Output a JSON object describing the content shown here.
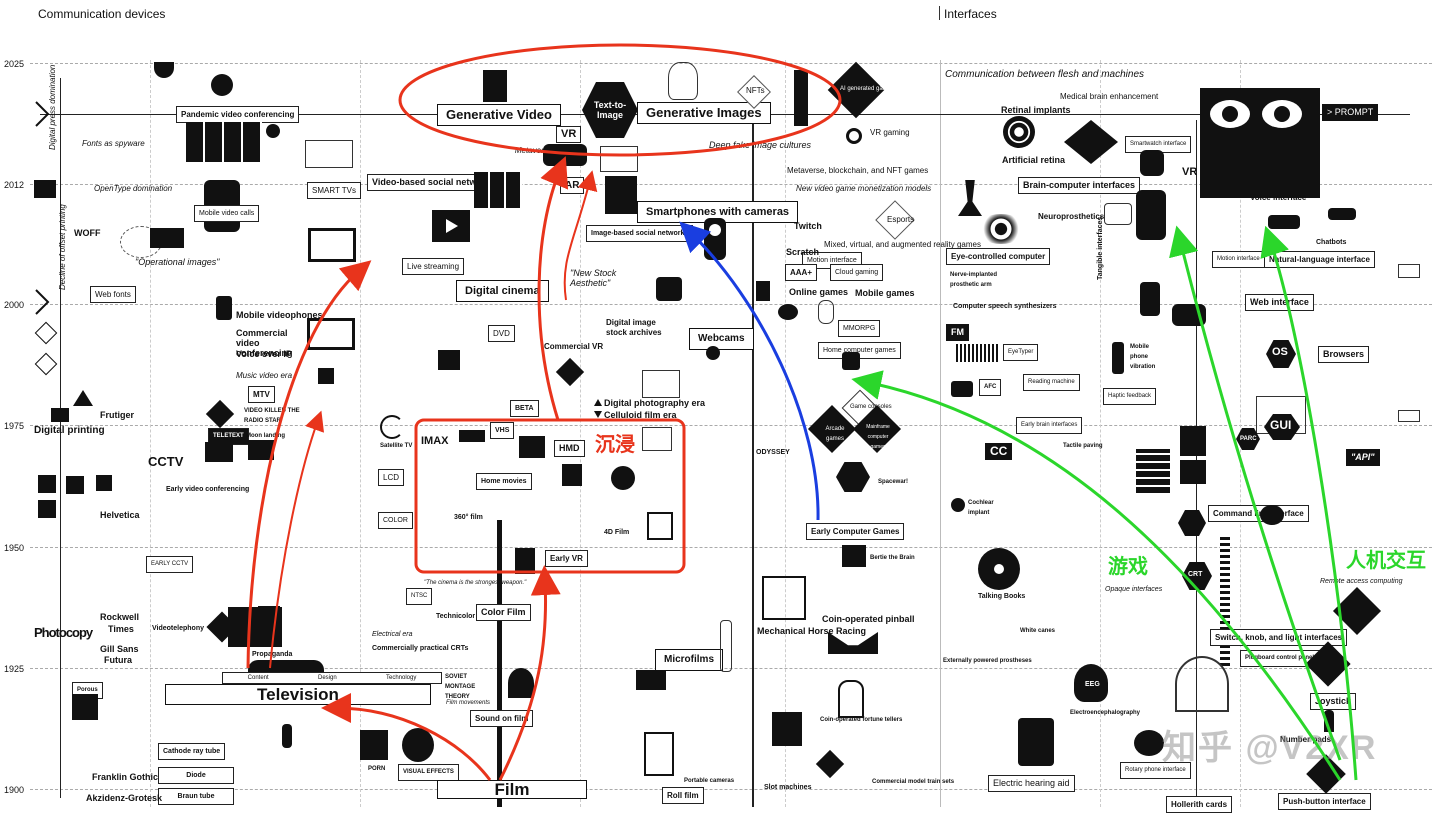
{
  "columns": {
    "left": "Communication devices",
    "right": "Interfaces"
  },
  "years": [
    "2025",
    "2012",
    "2000",
    "1975",
    "1950",
    "1925",
    "1900"
  ],
  "side_labels": {
    "digital_press": "Digital press domination",
    "offset_printing": "Decline of offset printing",
    "communication_flesh": "Communication between flesh and machines",
    "medical": "Medical brain enhancement"
  },
  "annotations": {
    "immersion": "沉浸",
    "games": "游戏",
    "hci": "人机交互",
    "watermark": "知乎 @V2XR"
  },
  "highlight": {
    "generative_video": "Generative Video",
    "text_to_image": "Text-to-Image",
    "generative_images": "Generative Images",
    "vr_top": "VR",
    "metaverse": "\"Metaverse\"",
    "deep_fake": "Deep fake image cultures",
    "nfts": "NFTs",
    "ai_games": "AI generated games"
  },
  "media": {
    "pandemic": "Pandemic video conferencing",
    "fonts_spyware": "Fonts as spyware",
    "opentype": "OpenType domination",
    "smart_tvs": "SMART TVs",
    "video_social": "Video-based social networks",
    "ar": "AR",
    "mobile_video_calls": "Mobile video calls",
    "woff": "WOFF",
    "operational_images": "\"Operational images\"",
    "web_fonts": "Web fonts",
    "live_streaming": "Live streaming",
    "digital_cinema": "Digital cinema",
    "new_stock": "\"New Stock Aesthetic\"",
    "smartphones_cameras": "Smartphones with cameras",
    "image_social": "Image-based social networks",
    "digital_stock": "Digital image stock archives",
    "commercial_vr": "Commercial VR",
    "dvd": "DVD",
    "webcams": "Webcams",
    "mobile_videophones": "Mobile videophones",
    "commercial_conf": "Commercial video conferencing",
    "voice_ip": "Voice over IP",
    "music_video": "Music video era",
    "mtv": "MTV",
    "video_killed": "VIDEO KILLED THE RADIO STAR",
    "beta": "BETA",
    "digital_photo_era": "Digital photography era",
    "celluloid_film_era": "Celluloid film era",
    "digital_printing": "Digital printing",
    "cctv": "CCTV",
    "teletext": "TELETEXT",
    "moon_landing": "Moon landing",
    "satellite_tv": "Satellite TV",
    "imax": "IMAX",
    "vhs": "VHS",
    "hmd": "HMD",
    "home_movies": "Home movies",
    "early_video_conf": "Early video conferencing",
    "lcd": "LCD",
    "color": "COLOR",
    "film_360": "360° film",
    "film_4d": "4D Film",
    "early_vr": "Early VR",
    "early_cctv": "EARLY CCTV",
    "cinema_strongest": "\"The cinema is the strongest weapon.\"",
    "color_film": "Color Film",
    "technicolor": "Technicolor",
    "videotelephony": "Videotelephony",
    "electrical_era": "Electrical era",
    "commercial_crts": "Commercially practical CRTs",
    "ntsc": "NTSC",
    "microfilms": "Microfilms",
    "propaganda": "Propaganda",
    "television": "Television",
    "tv_content": "Content",
    "tv_design": "Design",
    "tv_technology": "Technology",
    "soviet_montage": "SOVIET MONTAGE THEORY",
    "film_movements": "Film movements",
    "sound_on_film": "Sound on film",
    "cathode_ray": "Cathode ray tube",
    "diode": "Diode",
    "braun_tube": "Braun tube",
    "porn": "PORN",
    "visual_effects": "VISUAL EFFECTS",
    "film": "Film",
    "roll_film": "Roll film",
    "portable_cameras": "Portable cameras",
    "slot_machines": "Slot machines",
    "mechanical_horse": "Mechanical Horse Racing",
    "coin_pinball": "Coin-operated pinball",
    "fortune_tellers": "Coin-operated fortune tellers",
    "model_train": "Commercial model train sets",
    "photocopy": "Photocopy",
    "frutiger": "Frutiger",
    "helvetica": "Helvetica",
    "futura": "Futura",
    "gill_sans": "Gill Sans",
    "times": "Times",
    "rockwell": "Rockwell",
    "akzidenz": "Akzidenz-Grotesk",
    "franklin": "Franklin Gothic",
    "porous": "Porous"
  },
  "games": {
    "vr_gaming": "VR gaming",
    "metaverse_nft": "Metaverse, blockchain, and NFT games",
    "monetization": "New video game monetization models",
    "twitch": "Twitch",
    "esports": "Esports",
    "mixed_reality": "Mixed, virtual, and augmented reality games",
    "motion_interface": "Motion interface",
    "cloud_gaming": "Cloud gaming",
    "scratch": "Scratch",
    "aaa": "AAA+",
    "online_games": "Online games",
    "mobile_games": "Mobile games",
    "mmorpg": "MMORPG",
    "home_computer_games": "Home computer games",
    "arcade_games": "Arcade games",
    "mainframe_games": "Mainframe computer games",
    "game_consoles": "Game consoles",
    "spacewar": "Spacewar!",
    "early_computer_games": "Early Computer Games",
    "bertie": "Bertie the Brain",
    "odyssey": "ODYSSEY"
  },
  "interfaces": {
    "retinal_implants": "Retinal implants",
    "artificial_retina": "Artificial retina",
    "smartwatch": "Smartwatch interface",
    "brain_computer": "Brain-computer interfaces",
    "vr": "VR",
    "prompt": "> PROMPT",
    "voice_interface": "Voice interface",
    "neuroprosthetics": "Neuroprosthetics",
    "eye_controlled": "Eye-controlled computer",
    "nerve_implanted": "Nerve-implanted prosthetic arm",
    "chatbots": "Chatbots",
    "natural_language": "Natural-language interface",
    "motion_interface": "Motion interface",
    "tangible": "Tangible interfaces",
    "speech_synth": "Computer speech synthesizers",
    "web_interface": "Web interface",
    "os": "OS",
    "browsers": "Browsers",
    "fm": "FM",
    "eyetyper": "EyeTyper",
    "mobile_phone_vibration": "Mobile phone vibration",
    "haptic_feedback": "Haptic feedback",
    "reading_machine": "Reading machine",
    "afc": "AFC",
    "early_brain": "Early brain interfaces",
    "gui": "GUI",
    "api": "\"API\"",
    "parc": "PARC",
    "cc": "CC",
    "tactile_paving": "Tactile paving",
    "cochlear": "Cochlear implant",
    "command_line": "Command line interface",
    "talking_books": "Talking Books",
    "opaque": "Opaque interfaces",
    "remote_access": "Remote access computing",
    "switch_knob": "Switch, knob, and light interfaces",
    "plugboard": "Plugboard control panels",
    "white_canes": "White canes",
    "external_prostheses": "Externally powered prostheses",
    "eeg": "EEG",
    "electroencephalography": "Electroencephalography",
    "joystick": "Joystick",
    "number_pads": "Number pads",
    "electric_hearing": "Electric hearing aid",
    "rotary_phone": "Rotary phone interface",
    "hollerith": "Hollerith cards",
    "push_button": "Push-button interface",
    "crt": "CRT"
  },
  "colors": {
    "red": "#e8341c",
    "blue": "#1a3ee0",
    "green": "#2bd62b",
    "ink": "#111111"
  }
}
